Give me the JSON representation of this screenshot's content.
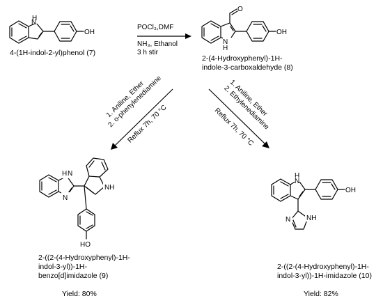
{
  "compounds": {
    "c7": {
      "name": "4-(1H-indol-2-yl)phenol (7)"
    },
    "c8": {
      "name_line1": "2-(4-Hydroxyphenyl)-1H-",
      "name_line2": "indole-3-carboxaldehyde (8)"
    },
    "c9": {
      "name_line1": "2-((2-(4-Hydroxyphenyl)-1H-",
      "name_line2": "indol-3-yl))-1H-",
      "name_line3": "benzo[d]imidazole (9)",
      "yield": "Yield: 80%"
    },
    "c10": {
      "name_line1": "2-((2-(4-Hydroxyphenyl)-1H-",
      "name_line2": "indol-3-yl))-1H-imidazole (10)",
      "yield": "Yield: 82%"
    }
  },
  "atoms": {
    "oh": "OH",
    "ho": "HO",
    "nh": "NH",
    "hn": "HN",
    "h": "H",
    "n": "N",
    "o": "O"
  },
  "reactions": {
    "step1": {
      "line1": "POCl₃,DMF",
      "line2": "NH₃, Ethanol",
      "line3": "3 h stir"
    },
    "step2": {
      "line1": "1. Aniline, Ether",
      "line2": "2. o-phenylenediamine",
      "line3": "Reflux 7h, 70 °C"
    },
    "step3": {
      "line1": "1. Aniline, Ether",
      "line2": "2. Ethylenediamine",
      "line3": "Reflux 7h, 70 °C"
    }
  }
}
